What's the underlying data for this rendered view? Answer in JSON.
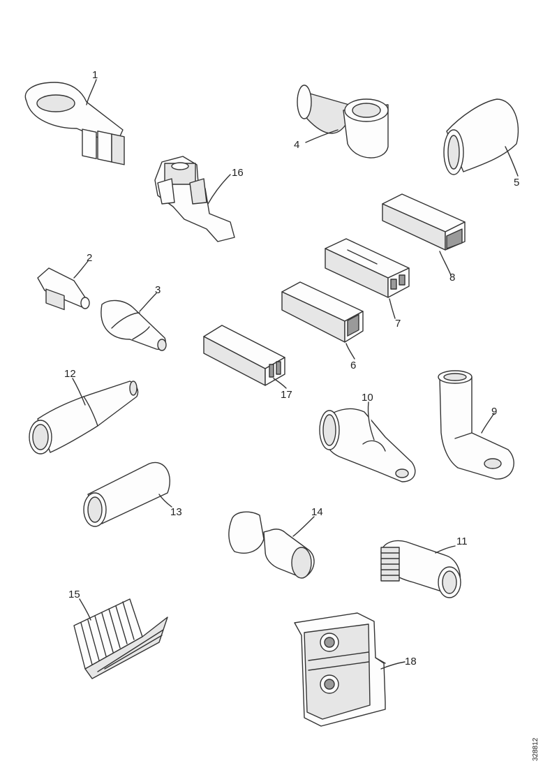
{
  "drawing_id": "328812",
  "parts": [
    {
      "id": "ring-terminal-crimp",
      "number": "1"
    },
    {
      "id": "flag-receptacle",
      "number": "2"
    },
    {
      "id": "insulating-boot",
      "number": "3"
    },
    {
      "id": "angled-eyelet-socket",
      "number": "4"
    },
    {
      "id": "oval-sleeve",
      "number": "5"
    },
    {
      "id": "receptacle-housing-small",
      "number": "6"
    },
    {
      "id": "double-receptacle-housing",
      "number": "7"
    },
    {
      "id": "tab-housing",
      "number": "8"
    },
    {
      "id": "right-angle-cable-lug",
      "number": "9"
    },
    {
      "id": "tube-cable-lug",
      "number": "10"
    },
    {
      "id": "coiled-splice-sleeve",
      "number": "11"
    },
    {
      "id": "butt-splice-reducer",
      "number": "12"
    },
    {
      "id": "plain-sleeve",
      "number": "13"
    },
    {
      "id": "double-sleeve",
      "number": "14"
    },
    {
      "id": "grooved-shield-plate",
      "number": "15"
    },
    {
      "id": "screw-clamp-terminal",
      "number": "16"
    },
    {
      "id": "flat-housing",
      "number": "17"
    },
    {
      "id": "terminal-cover",
      "number": "18"
    }
  ]
}
